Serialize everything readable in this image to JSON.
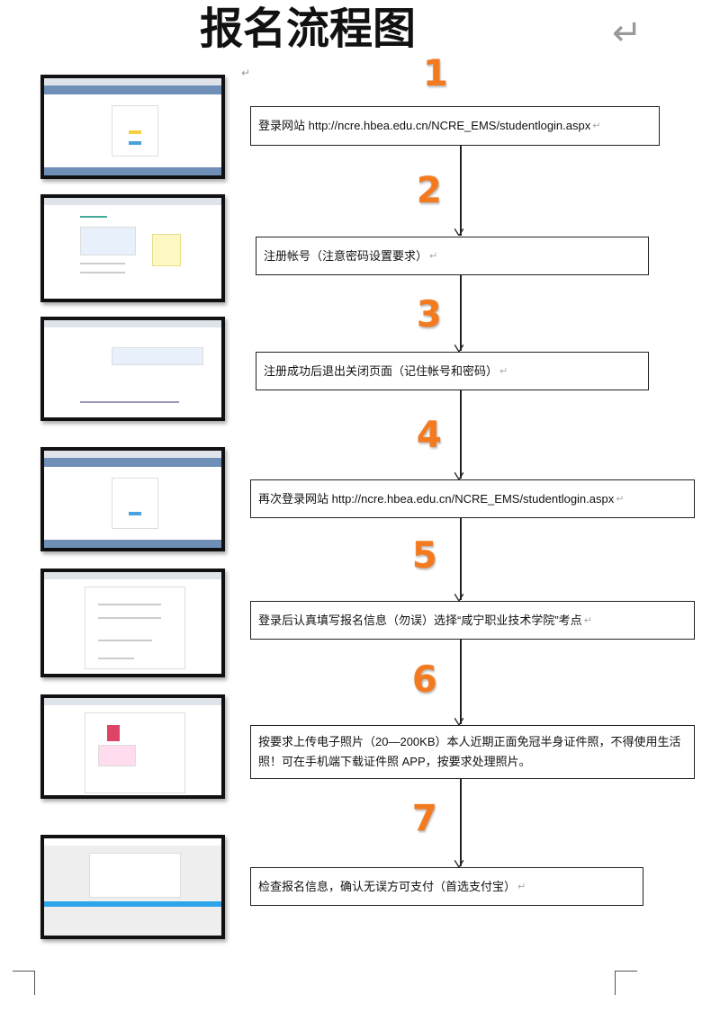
{
  "title": "报名流程图",
  "paragraph_mark": "↵",
  "steps": [
    {
      "number": "1",
      "text": "登录网站 http://ncre.hbea.edu.cn/NCRE_EMS/studentlogin.aspx"
    },
    {
      "number": "2",
      "text": "注册帐号（注意密码设置要求）"
    },
    {
      "number": "3",
      "text": "注册成功后退出关闭页面（记住帐号和密码）"
    },
    {
      "number": "4",
      "text": "再次登录网站 http://ncre.hbea.edu.cn/NCRE_EMS/studentlogin.aspx"
    },
    {
      "number": "5",
      "text": "登录后认真填写报名信息（勿误）选择“咸宁职业技术学院”考点"
    },
    {
      "number": "6",
      "text": "按要求上传电子照片（20—200KB）本人近期正面免冠半身证件照，不得使用生活照！可在手机端下载证件照 APP，按要求处理照片。"
    },
    {
      "number": "7",
      "text": "检查报名信息，确认无误方可支付（首选支付宝）"
    }
  ],
  "colors": {
    "number": "#f47a20",
    "header": "#6f8fb6"
  }
}
